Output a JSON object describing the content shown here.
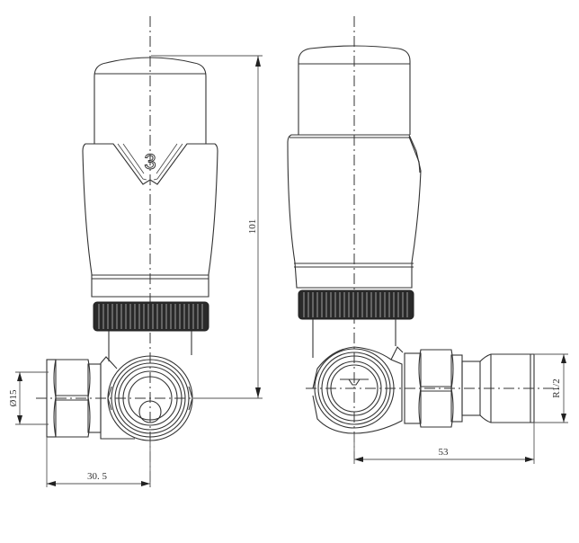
{
  "drawing": {
    "subject": "Thermostatic radiator valve - corner type",
    "views": [
      {
        "name": "front-view",
        "head_marking": "3"
      },
      {
        "name": "side-view"
      }
    ],
    "dimensions": {
      "overall_height": "101",
      "pipe_diameter": "Ø15",
      "left_offset": "30. 5",
      "side_length": "53",
      "thread": "R1/2"
    },
    "colors": {
      "line": "#333333",
      "knurl": "#2a2a2a",
      "background": "#ffffff"
    }
  }
}
